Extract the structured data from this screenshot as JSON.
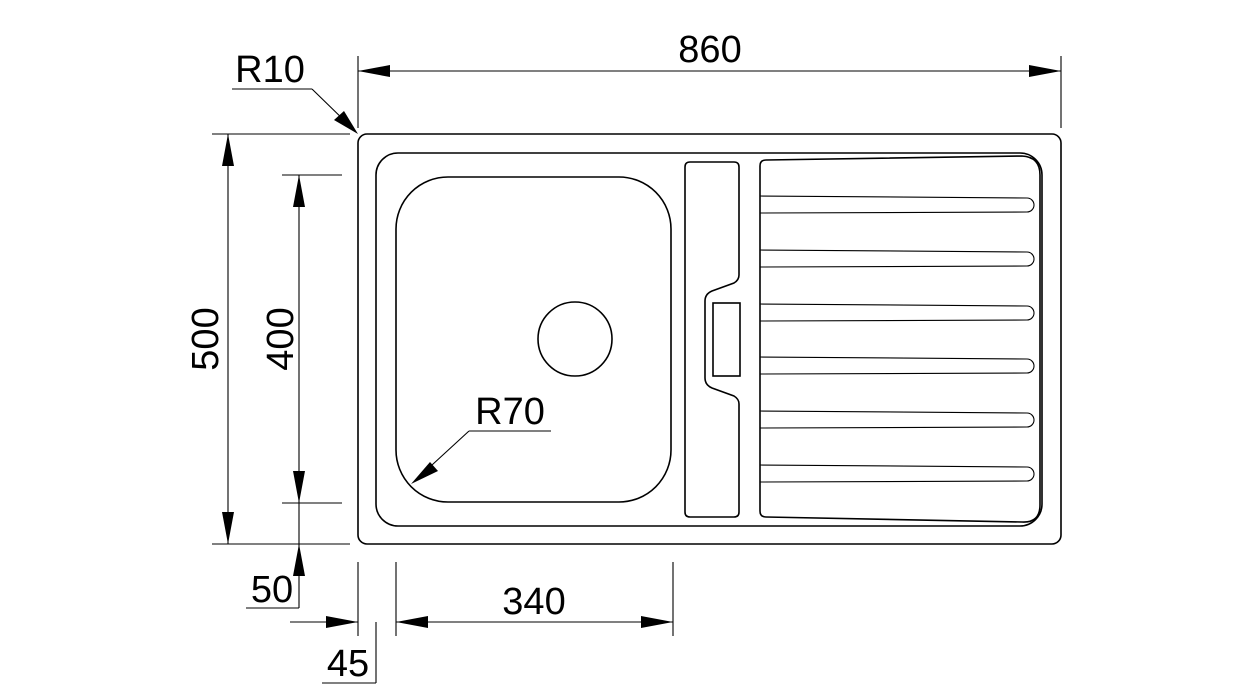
{
  "drawing": {
    "title": "",
    "dimensions": {
      "overall_width": "860",
      "overall_height": "500",
      "bowl_height": "400",
      "bottom_margin": "50",
      "bowl_width": "340",
      "left_margin": "45",
      "corner_radius_outer": "R10",
      "corner_radius_bowl": "R70"
    }
  }
}
